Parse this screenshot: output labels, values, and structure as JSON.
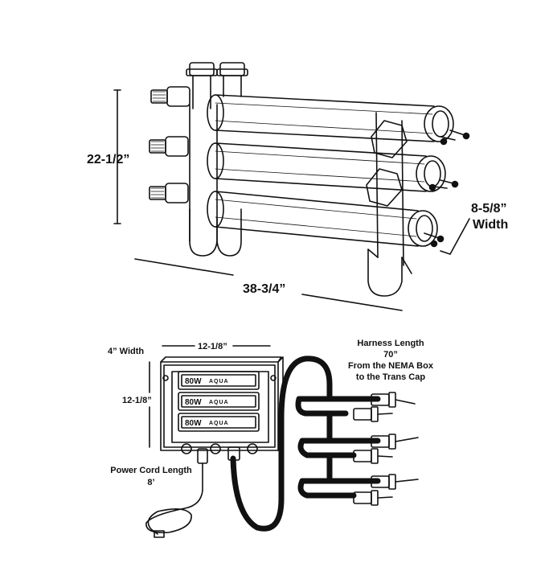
{
  "unit": {
    "height_label": "22-1/2”",
    "length_label": "38-3/4”",
    "width_value": "8-5/8”",
    "width_word": "Width"
  },
  "box": {
    "depth_label": "4” Width",
    "width_label": "12-1/8”",
    "height_label": "12-1/8”",
    "ballasts": [
      {
        "watt": "80W",
        "brand": "AQUA"
      },
      {
        "watt": "80W",
        "brand": "AQUA"
      },
      {
        "watt": "80W",
        "brand": "AQUA"
      }
    ]
  },
  "harness": {
    "line1": "Harness Length",
    "line2": "70”",
    "line3": "From the NEMA Box",
    "line4": "to the Trans Cap"
  },
  "power": {
    "line1": "Power Cord Length",
    "line2": "8’"
  }
}
